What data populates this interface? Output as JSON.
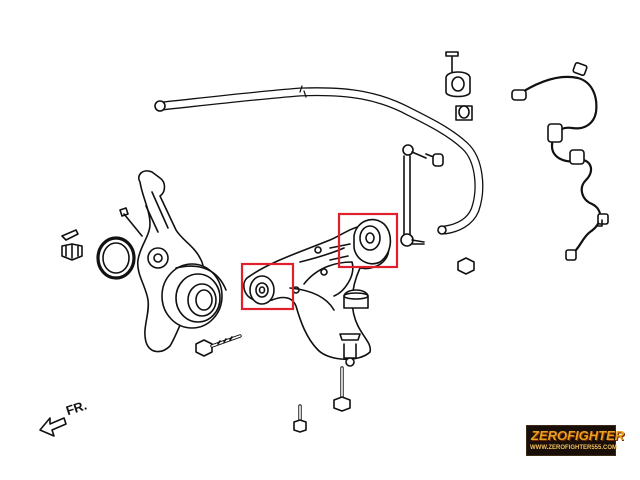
{
  "direction_label": "FR.",
  "logo": {
    "brand": "ZEROFIGHTER",
    "url": "WWW.ZEROFIGHTER555.COM"
  },
  "colors": {
    "line": "#111111",
    "highlight": "#e0202a",
    "logo_bg": "#1a0f08",
    "logo_text": "#e8a020"
  },
  "highlighted_parts": [
    "front-bushing",
    "rear-bushing"
  ]
}
